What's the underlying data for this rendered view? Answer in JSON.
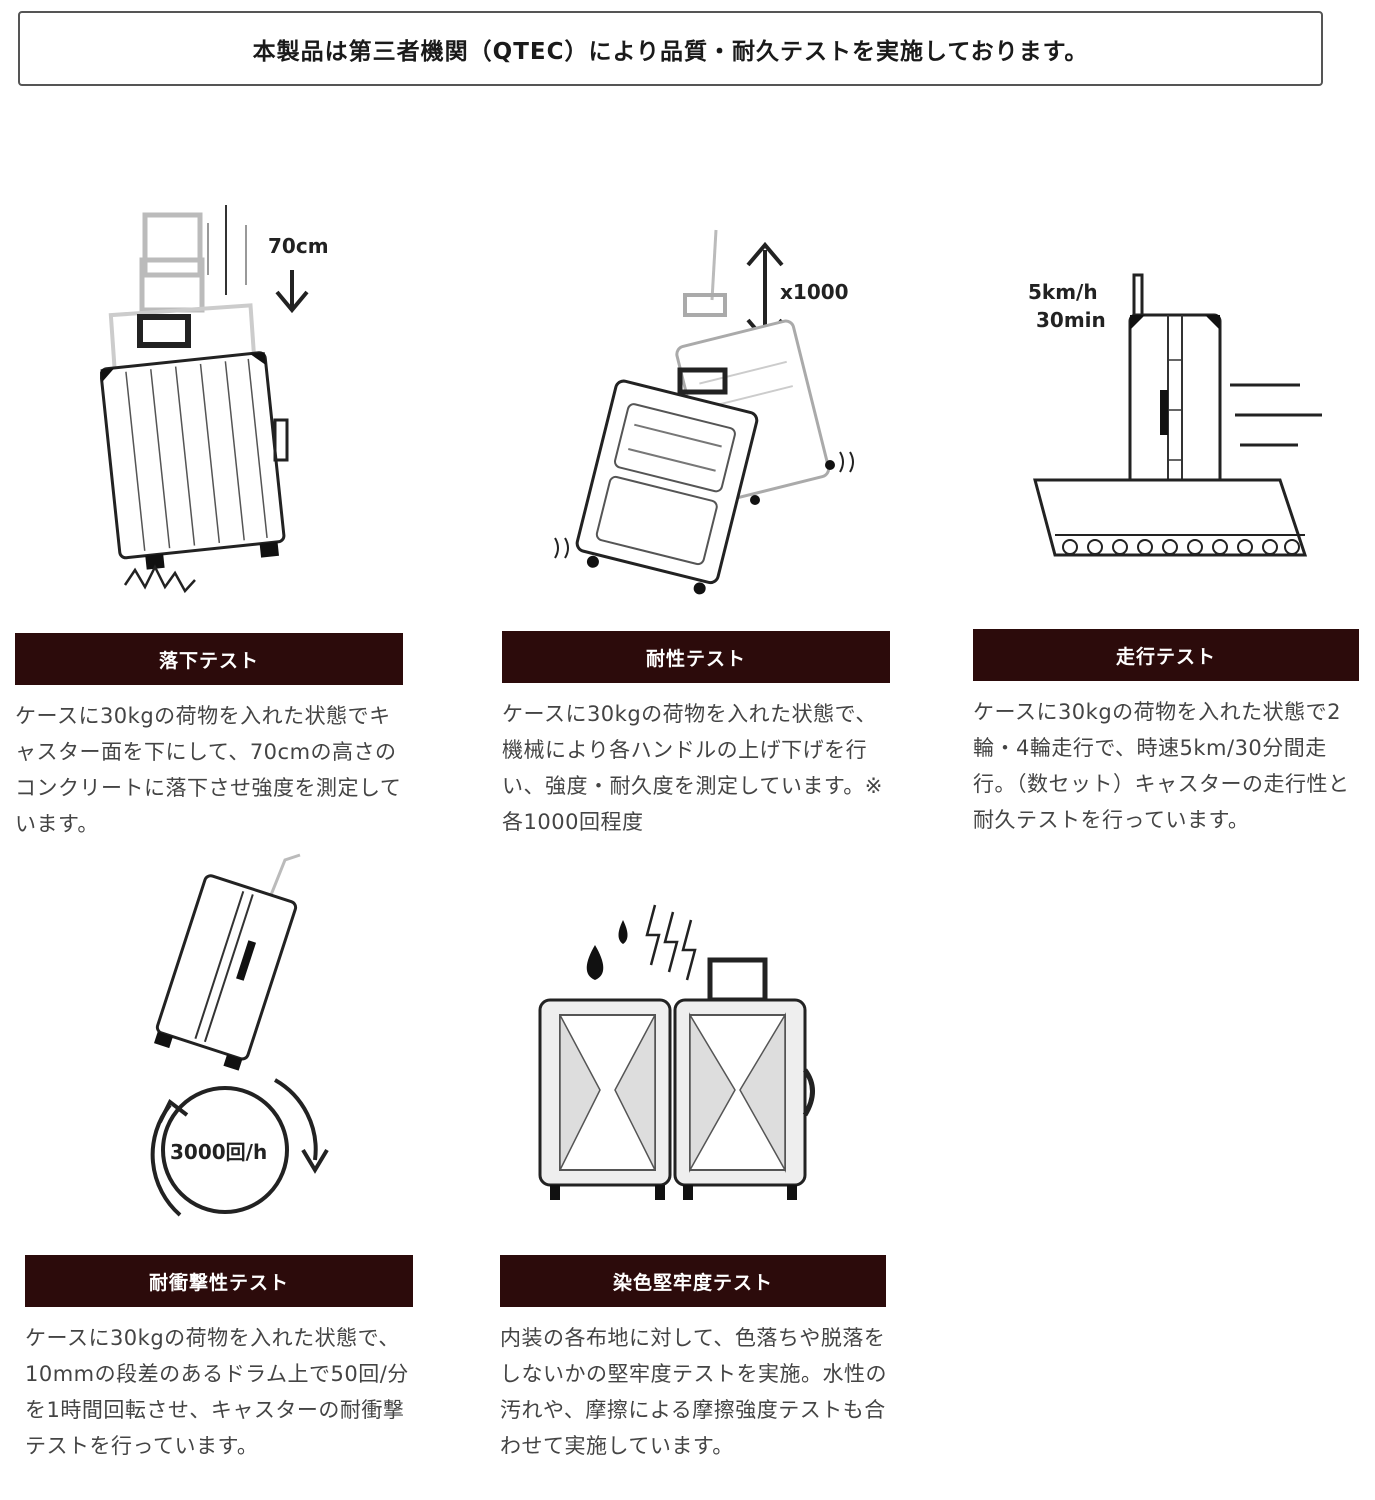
{
  "banner": {
    "text": "本製品は第三者機関（QTEC）により品質・耐久テストを実施しております。"
  },
  "tests": [
    {
      "title": "落下テスト",
      "description": "ケースに30kgの荷物を入れた状態でキャスター面を下にして、70cmの高さのコンクリートに落下させ強度を測定しています。",
      "figure_labels": [
        "70cm"
      ],
      "icon": "drop-test-suitcase-icon"
    },
    {
      "title": "耐性テスト",
      "description": "ケースに30kgの荷物を入れた状態で、機械により各ハンドルの上げ下げを行い、強度・耐久度を測定しています。※各1000回程度",
      "figure_labels": [
        "x1000"
      ],
      "icon": "handle-test-suitcase-icon"
    },
    {
      "title": "走行テスト",
      "description": "ケースに30kgの荷物を入れた状態で2輪・4輪走行で、時速5km/30分間走行。（数セット）キャスターの走行性と耐久テストを行っています。",
      "figure_labels": [
        "5km/h",
        "30min"
      ],
      "icon": "treadmill-suitcase-icon"
    },
    {
      "title": "耐衝撃性テスト",
      "description": "ケースに30kgの荷物を入れた状態で、10mmの段差のあるドラム上で50回/分を1時間回転させ、キャスターの耐衝撃テストを行っています。",
      "figure_labels": [
        "3000回/h"
      ],
      "icon": "drum-test-suitcase-icon"
    },
    {
      "title": "染色堅牢度テスト",
      "description": "内装の各布地に対して、色落ちや脱落をしないかの堅牢度テストを実施。水性の汚れや、摩擦による摩擦強度テストも合わせて実施しています。",
      "figure_labels": [],
      "icon": "open-suitcase-fabric-icon"
    }
  ],
  "colors": {
    "label_bar": "#2c0b0b",
    "label_text": "#ffffff",
    "body_text": "#444444",
    "border": "#555555"
  }
}
